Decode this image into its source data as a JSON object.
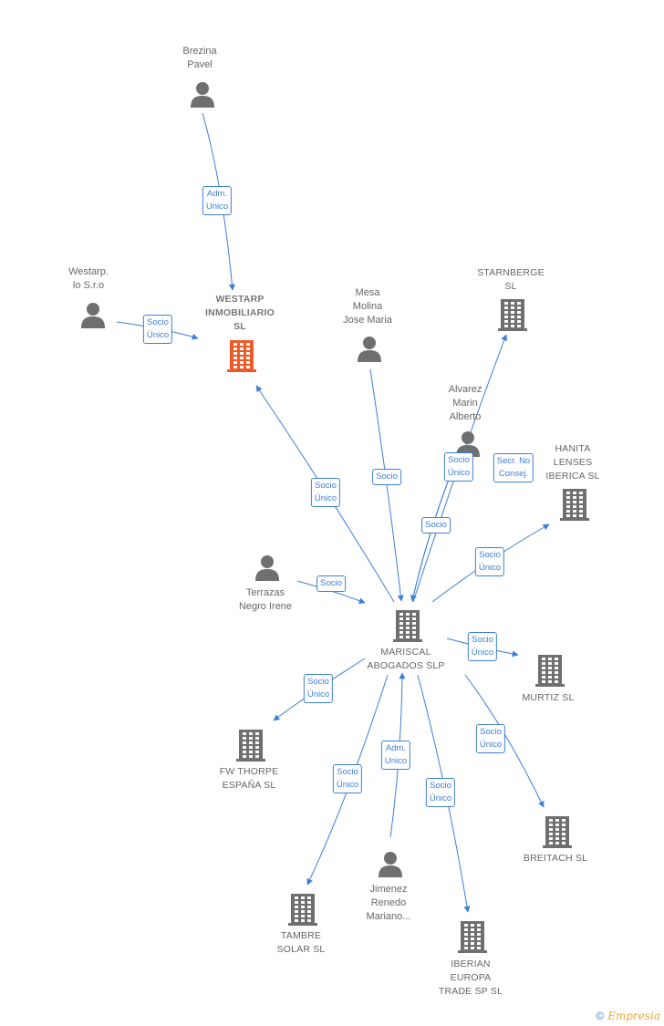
{
  "colors": {
    "edge": "#3d7fd6",
    "person": "#6f6f6f",
    "company": "#6f6f6f",
    "focus_company": "#f05a28"
  },
  "nodes": [
    {
      "id": "brezina",
      "type": "person",
      "label": "Brezina\nPavel"
    },
    {
      "id": "westarp_io",
      "type": "person",
      "label": "Westarp.\nlo S.r.o"
    },
    {
      "id": "westarp_inm",
      "type": "company-focus",
      "label": "WESTARP\nINMOBILIARIO\nSL"
    },
    {
      "id": "mesa",
      "type": "person",
      "label": "Mesa\nMolina\nJose Maria"
    },
    {
      "id": "starnberge",
      "type": "company",
      "label": "STARNBERGE\nSL"
    },
    {
      "id": "alvarez",
      "type": "person",
      "label": "Alvarez\nMarin\nAlberto"
    },
    {
      "id": "hanita",
      "type": "company",
      "label": "HANITA\nLENSES\nIBERICA  SL"
    },
    {
      "id": "terrazas",
      "type": "person",
      "label": "Terrazas\nNegro Irene"
    },
    {
      "id": "mariscal",
      "type": "company",
      "label": "MARISCAL\nABOGADOS SLP"
    },
    {
      "id": "murtiz",
      "type": "company",
      "label": "MURTIZ  SL"
    },
    {
      "id": "fwthorpe",
      "type": "company",
      "label": "FW THORPE\nESPAÑA  SL"
    },
    {
      "id": "breitach",
      "type": "company",
      "label": "BREITACH  SL"
    },
    {
      "id": "jimenez",
      "type": "person",
      "label": "Jimenez\nRenedo\nMariano..."
    },
    {
      "id": "tambre",
      "type": "company",
      "label": "TAMBRE\nSOLAR  SL"
    },
    {
      "id": "iberian",
      "type": "company",
      "label": "IBERIAN\nEUROPA\nTRADE SP  SL"
    }
  ],
  "edges": [
    {
      "id": "e1",
      "from": "brezina",
      "to": "westarp_inm",
      "label": "Adm.\nUnico"
    },
    {
      "id": "e2",
      "from": "westarp_io",
      "to": "westarp_inm",
      "label": "Socio\nÚnico"
    },
    {
      "id": "e3",
      "from": "mariscal",
      "to": "westarp_inm",
      "label": "Socio\nÚnico"
    },
    {
      "id": "e4",
      "from": "mesa",
      "to": "mariscal",
      "label": "Socio"
    },
    {
      "id": "e5",
      "from": "mariscal",
      "to": "starnberge",
      "label": "Socio\nÚnico"
    },
    {
      "id": "e6",
      "from": "alvarez",
      "to": "mariscal",
      "label": "Socio"
    },
    {
      "id": "e7",
      "from": "alvarez",
      "to": "mariscal",
      "label": "Secr.  No\nConsej."
    },
    {
      "id": "e8",
      "from": "mariscal",
      "to": "hanita",
      "label": "Socio\nÚnico"
    },
    {
      "id": "e9",
      "from": "terrazas",
      "to": "mariscal",
      "label": "Socio"
    },
    {
      "id": "e10",
      "from": "mariscal",
      "to": "murtiz",
      "label": "Socio\nÚnico"
    },
    {
      "id": "e11",
      "from": "mariscal",
      "to": "fwthorpe",
      "label": "Socio\nÚnico"
    },
    {
      "id": "e12",
      "from": "mariscal",
      "to": "breitach",
      "label": "Socio\nÚnico"
    },
    {
      "id": "e13",
      "from": "jimenez",
      "to": "mariscal",
      "label": "Adm.\nUnico"
    },
    {
      "id": "e14",
      "from": "mariscal",
      "to": "tambre",
      "label": "Socio\nÚnico"
    },
    {
      "id": "e15",
      "from": "mariscal",
      "to": "iberian",
      "label": "Socio\nÚnico"
    }
  ],
  "footer": {
    "copyright": "©",
    "brand": "Empresia"
  }
}
